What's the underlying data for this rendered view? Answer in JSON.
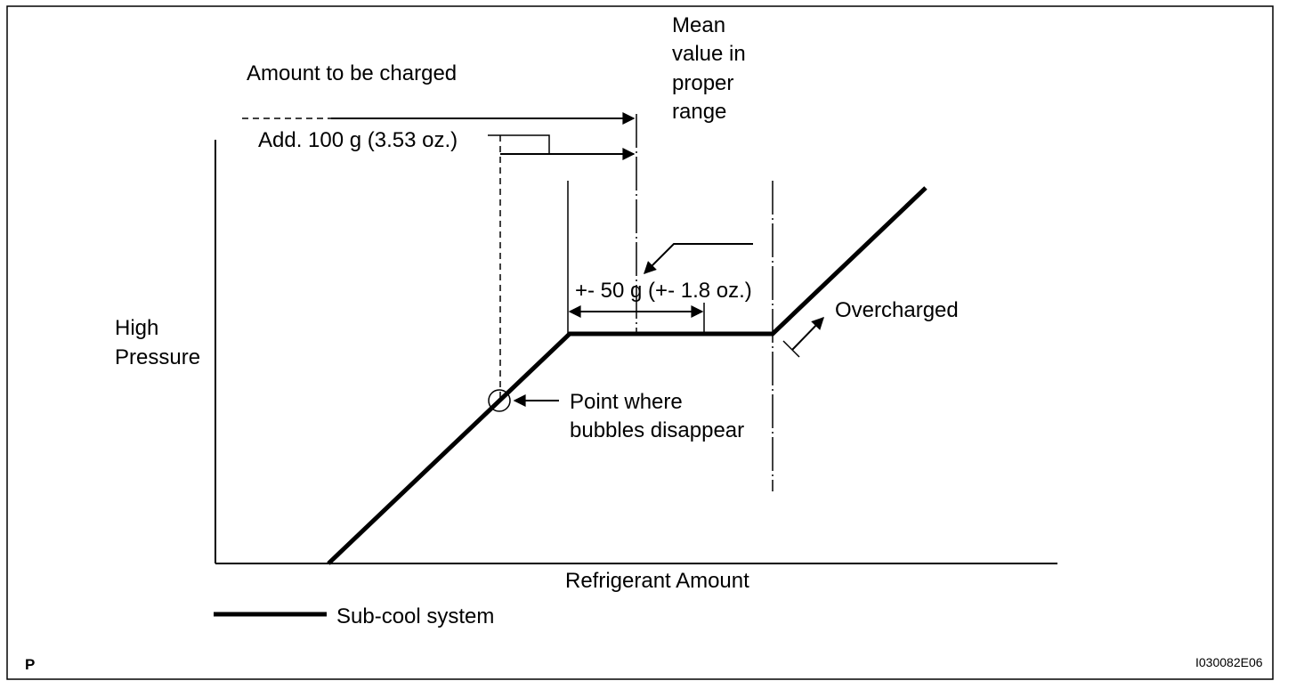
{
  "labels": {
    "amount_to_be_charged": "Amount to be charged",
    "mean_value": [
      "Mean",
      "value in",
      "proper",
      "range"
    ],
    "add_amount": "Add. 100 g (3.53 oz.)",
    "tolerance": "+- 50 g (+- 1.8 oz.)",
    "overcharged": "Overcharged",
    "y_axis": [
      "High",
      "Pressure"
    ],
    "bubbles_point": [
      "Point where",
      "bubbles disappear"
    ],
    "x_axis": "Refrigerant Amount",
    "legend": "Sub-cool system",
    "corner_tag": "P",
    "figure_id": "I030082E06"
  },
  "colors": {
    "ink": "#000000",
    "paper": "#ffffff"
  }
}
